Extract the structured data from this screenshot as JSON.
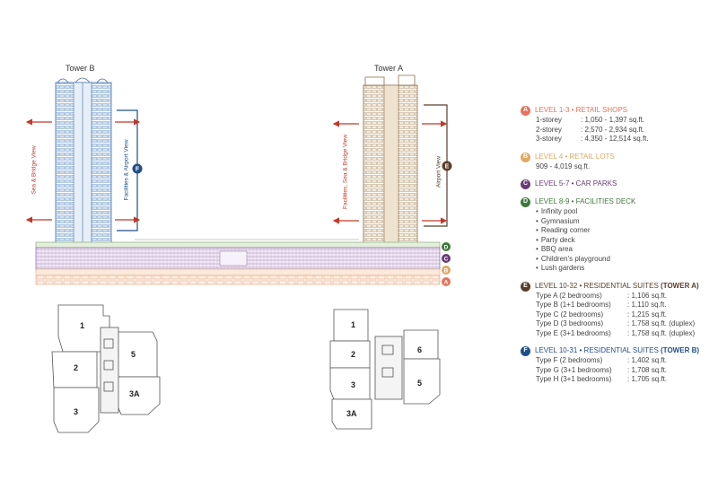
{
  "towers": {
    "b": {
      "title": "Tower B",
      "view_left": "Sea & Bridge View",
      "view_right": "Facilities & Airport View",
      "badge": "F"
    },
    "a": {
      "title": "Tower A",
      "view_left": "Facilities, Sea & Bridge View",
      "view_right": "Airport View",
      "badge": "E"
    }
  },
  "podium_badges": [
    {
      "letter": "D",
      "color": "#3f7a3a"
    },
    {
      "letter": "C",
      "color": "#6a3a78"
    },
    {
      "letter": "B",
      "color": "#e0a864"
    },
    {
      "letter": "A",
      "color": "#e8735a"
    }
  ],
  "legend": {
    "a": {
      "letter": "A",
      "color": "#e8735a",
      "title": "LEVEL 1-3 • RETAIL SHOPS",
      "rows": [
        {
          "k": "1-storey",
          "v": ": 1,050 - 1,397 sq.ft."
        },
        {
          "k": "2-storey",
          "v": ": 2,570 - 2,934 sq.ft."
        },
        {
          "k": "3-storey",
          "v": ": 4,350 - 12,514 sq.ft."
        }
      ]
    },
    "b": {
      "letter": "B",
      "color": "#e0a864",
      "title": "LEVEL 4 • RETAIL LOTS",
      "text": "909 - 4,019 sq.ft."
    },
    "c": {
      "letter": "C",
      "color": "#6a3a78",
      "title": "LEVEL 5-7 • CAR PARKS"
    },
    "d": {
      "letter": "D",
      "color": "#3f7a3a",
      "title": "LEVEL 8-9 • FACILITIES DECK",
      "items": [
        "Infinity pool",
        "Gymnasium",
        "Reading corner",
        "Party deck",
        "BBQ area",
        "Children's playground",
        "Lush gardens"
      ]
    },
    "e": {
      "letter": "E",
      "color": "#5a3e2b",
      "title_prefix": "LEVEL 10-32 • RESIDENTIAL SUITES ",
      "title_bold": "(TOWER A)",
      "rows": [
        {
          "k": "Type A (2 bedrooms)",
          "v": ": 1,106 sq.ft."
        },
        {
          "k": "Type B (1+1 bedrooms)",
          "v": ": 1,110 sq.ft."
        },
        {
          "k": "Type C (2 bedrooms)",
          "v": ": 1,215 sq.ft."
        },
        {
          "k": "Type D (3 bedrooms)",
          "v": ": 1,758 sq.ft. (duplex)"
        },
        {
          "k": "Type E (3+1 bedrooms)",
          "v": ": 1,758 sq.ft. (duplex)"
        }
      ]
    },
    "f": {
      "letter": "F",
      "color": "#1f4f86",
      "title_prefix": "LEVEL 10-31 • RESIDENTIAL SUITES ",
      "title_bold": "(TOWER B)",
      "rows": [
        {
          "k": "Type F (2 bedrooms)",
          "v": ": 1,402 sq.ft."
        },
        {
          "k": "Type G (3+1 bedrooms)",
          "v": ": 1,708 sq.ft."
        },
        {
          "k": "Type H (3+1 bedrooms)",
          "v": ": 1,705 sq.ft."
        }
      ]
    }
  },
  "plan_b": {
    "units": [
      "1",
      "2",
      "3",
      "5",
      "3A"
    ]
  },
  "plan_a": {
    "units": [
      "1",
      "2",
      "3",
      "3A",
      "6",
      "5"
    ]
  },
  "colors": {
    "tower_b": "#1f4f86",
    "tower_a": "#5a3e2b",
    "arrow": "#c0392b",
    "podium_purple": "#8a6aa0",
    "podium_orange": "#e8a070",
    "deck_green": "#7aa070"
  }
}
